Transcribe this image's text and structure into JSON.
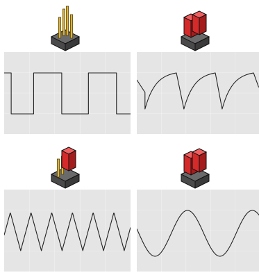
{
  "colors": {
    "header_pin": "#d9b43a",
    "header_body": "#555555",
    "jumper_cap": "#d42a2a",
    "scope_bg": "#e5e5e5",
    "grid": "#f2f2f2",
    "trace": "#222222"
  },
  "panels": [
    {
      "jumper_config": "no-jumpers",
      "waveform": "square"
    },
    {
      "jumper_config": "two-jumpers",
      "waveform": "rc-sawtooth"
    },
    {
      "jumper_config": "one-jumper",
      "waveform": "triangle-high-frequency"
    },
    {
      "jumper_config": "two-jumpers",
      "waveform": "sine"
    }
  ]
}
